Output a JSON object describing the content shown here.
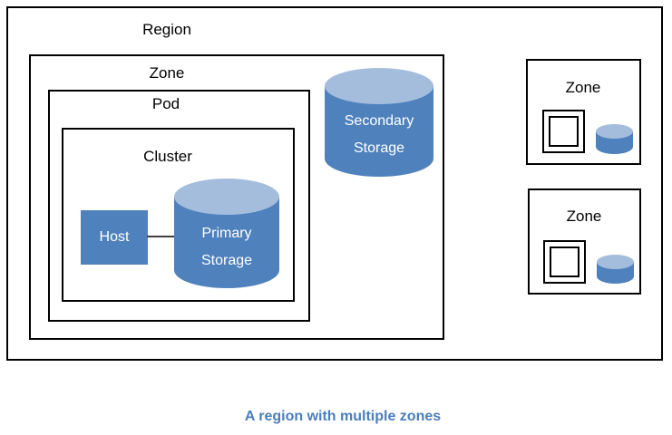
{
  "caption": "A region with multiple zones",
  "colors": {
    "shape_fill": "#4F81BD",
    "cylinder_top": "#A5BDDD",
    "border": "#000000",
    "caption_text": "#4A7EBC",
    "shape_text": "#FFFFFF",
    "label_text": "#000000",
    "background": "#FFFFFF",
    "connector": "#404040"
  },
  "diagram": {
    "region_label": "Region",
    "main_zone_label": "Zone",
    "pod_label": "Pod",
    "cluster_label": "Cluster",
    "host_label": "Host",
    "primary_storage": {
      "line1": "Primary",
      "line2": "Storage"
    },
    "secondary_storage": {
      "line1": "Secondary",
      "line2": "Storage"
    },
    "right_zones": [
      {
        "label": "Zone"
      },
      {
        "label": "Zone"
      }
    ]
  }
}
